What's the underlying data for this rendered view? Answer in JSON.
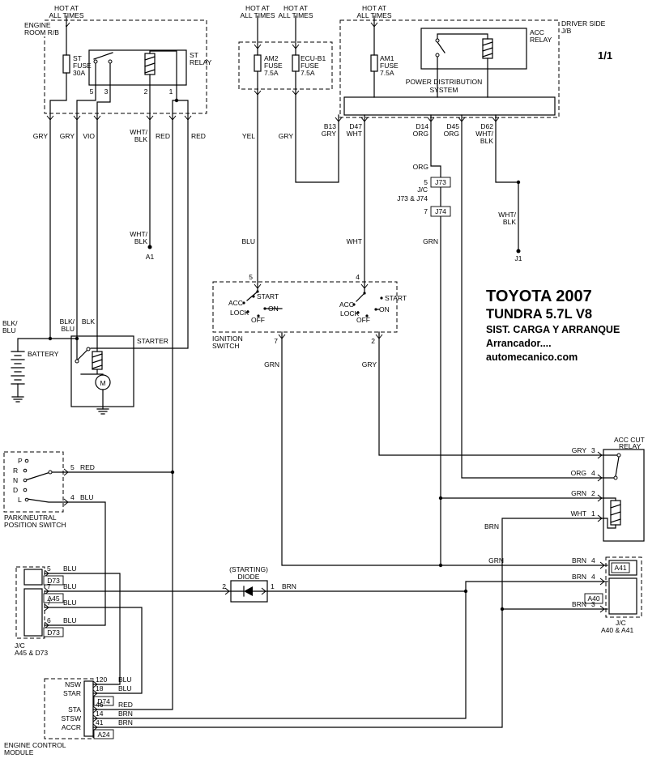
{
  "page": {
    "indicator": "1/1"
  },
  "title": {
    "l1": "TOYOTA  2007",
    "l2": "TUNDRA  5.7L  V8",
    "l3": "SIST. CARGA Y ARRANQUE",
    "l4": "Arrancador....",
    "l5": "automecanico.com"
  },
  "hot": {
    "l1": "HOT AT",
    "l2": "ALL TIMES"
  },
  "boxes": {
    "engine_room_l1": "ENGINE",
    "engine_room_l2": "ROOM R/B",
    "driver_jb_l1": "DRIVER SIDE",
    "driver_jb_l2": "J/B",
    "st_relay_l1": "ST",
    "st_relay_l2": "RELAY",
    "acc_relay_l1": "ACC",
    "acc_relay_l2": "RELAY",
    "pds_l1": "POWER DISTRIBUTION",
    "pds_l2": "SYSTEM",
    "ignition_l1": "IGNITION",
    "ignition_l2": "SWITCH",
    "pn_l1": "PARK/NEUTRAL",
    "pn_l2": "POSITION SWITCH",
    "acc_cut_l1": "ACC CUT",
    "acc_cut_l2": "RELAY",
    "ecm_l1": "ENGINE CONTROL",
    "ecm_l2": "MODULE",
    "starter": "STARTER",
    "battery": "BATTERY",
    "diode_l1": "(STARTING)",
    "diode_l2": "DIODE",
    "jc_a45_l1": "J/C",
    "jc_a45_l2": "A45 & D73",
    "jc_j73_l1": "J/C",
    "jc_j73_l2": "J73 & J74",
    "jc_a40_l1": "J/C",
    "jc_a40_l2": "A40 & A41"
  },
  "fuses": {
    "st_l1": "ST",
    "st_l2": "FUSE",
    "st_l3": "30A",
    "am2_l1": "AM2",
    "am2_l2": "FUSE",
    "am2_l3": "7.5A",
    "ecub1_l1": "ECU-B1",
    "ecub1_l2": "FUSE",
    "ecub1_l3": "7.5A",
    "am1_l1": "AM1",
    "am1_l2": "FUSE",
    "am1_l3": "7.5A"
  },
  "ign_pos": {
    "acc": "ACC",
    "lock": "LOCK",
    "start": "START",
    "on": "ON",
    "off": "OFF"
  },
  "pn_pos": {
    "p": "P",
    "r": "R",
    "n": "N",
    "d": "D",
    "l": "L"
  },
  "motor": "M",
  "ecm": {
    "nsw": "NSW",
    "star": "STAR",
    "sta": "STA",
    "stsw": "STSW",
    "accr": "ACCR",
    "p120": "120",
    "p18": "18",
    "p46": "46",
    "p14": "14",
    "p41": "41",
    "c1": "BLU",
    "c2": "BLU",
    "c3": "RED",
    "c4": "BRN",
    "c5": "BRN"
  },
  "pins": {
    "st5": "5",
    "st3": "3",
    "st2": "2",
    "st1": "1",
    "ign5": "5",
    "ign4": "4",
    "ign7": "7",
    "ign2": "2",
    "pn5": "5",
    "pn4": "4",
    "jc5": "5",
    "jc7a": "7",
    "jc7b": "7",
    "jc6": "6",
    "j73": "5",
    "j74": "7",
    "cut3": "3",
    "cut4": "4",
    "cut2": "2",
    "cut1": "1",
    "dio2": "2",
    "dio1": "1",
    "r4a": "4",
    "r4b": "4",
    "r3": "3"
  },
  "tags": {
    "a1": "A1",
    "j1": "J1",
    "j73": "J73",
    "j74": "J74",
    "d73a": "D73",
    "a45": "A45",
    "d73b": "D73",
    "d74": "D74",
    "a24": "A24",
    "a41": "A41",
    "a40": "A40"
  },
  "wl": {
    "gry1": "GRY",
    "gry2": "GRY",
    "vio": "VIO",
    "whtblk1a": "WHT/",
    "whtblk1b": "BLK",
    "red1": "RED",
    "red2": "RED",
    "yel": "YEL",
    "gry3": "GRY",
    "b13": "B13",
    "b13c": "GRY",
    "d47": "D47",
    "d47c": "WHT",
    "d14": "D14",
    "d14c": "ORG",
    "d45": "D45",
    "d45c": "ORG",
    "d62": "D62",
    "d62a": "WHT/",
    "d62b": "BLK",
    "org1": "ORG",
    "grn1": "GRN",
    "j1a": "WHT/",
    "j1b": "BLK",
    "blu1": "BLU",
    "wht1": "WHT",
    "a1a": "WHT/",
    "a1b": "BLK",
    "batta": "BLK/",
    "battb": "BLU",
    "sta": "BLK/",
    "stb": "BLU",
    "stc": "BLK",
    "grn2": "GRN",
    "gry4": "GRY",
    "red3": "RED",
    "blu2": "BLU",
    "cut3": "GRY",
    "cut4": "ORG",
    "cut2": "GRN",
    "cut1": "WHT",
    "brn1": "BRN",
    "row1": "BLU",
    "row2": "BLU",
    "row3": "BLU",
    "row4": "BLU",
    "brn2": "BRN",
    "grn3": "GRN",
    "brn3": "BRN",
    "brn4": "BRN",
    "brn5": "BRN"
  }
}
